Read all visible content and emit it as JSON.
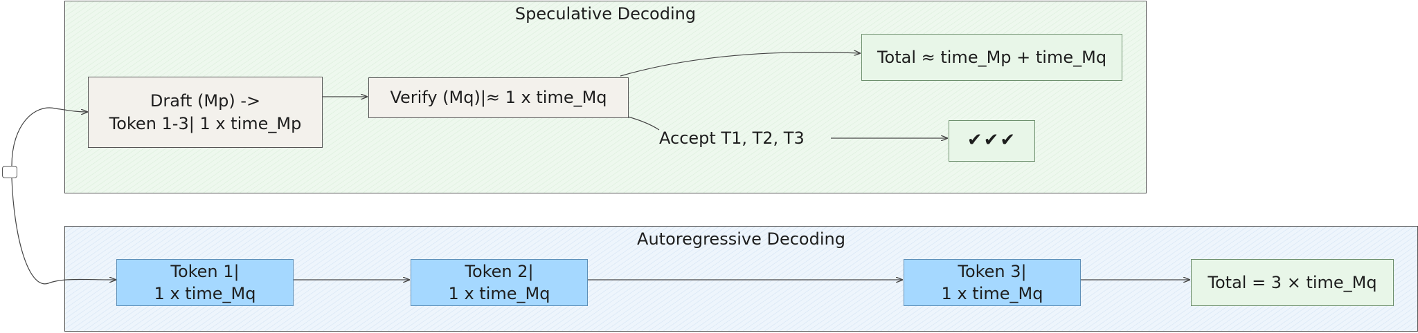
{
  "speculative": {
    "title": "Speculative Decoding",
    "draft": {
      "line1": "Draft (Mp) ->",
      "line2": "Token 1-3| 1 x time_Mp"
    },
    "verify": {
      "label": "Verify (Mq)|≈ 1 x time_Mq"
    },
    "total": {
      "label": "Total ≈ time_Mp + time_Mq"
    },
    "accept": {
      "label": "Accept T1, T2, T3"
    },
    "checks": {
      "label": "✔✔✔"
    }
  },
  "autoregressive": {
    "title": "Autoregressive Decoding",
    "tokens": [
      {
        "line1": "Token 1|",
        "line2": "1 x  time_Mq"
      },
      {
        "line1": "Token 2|",
        "line2": "1 x  time_Mq"
      },
      {
        "line1": "Token 3|",
        "line2": "1 x  time_Mq"
      }
    ],
    "total": {
      "label": "Total = 3 ×  time_Mq"
    }
  }
}
